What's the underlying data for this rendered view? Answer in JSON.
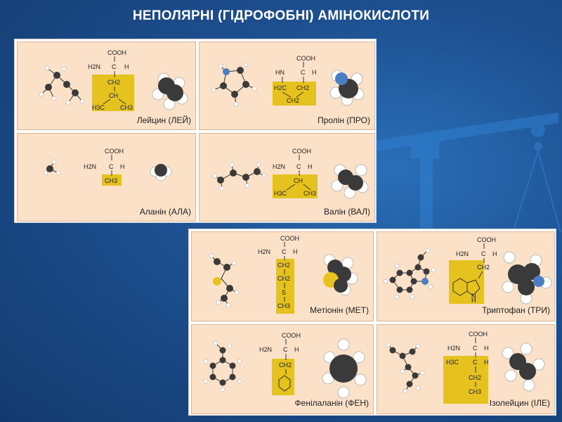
{
  "title": "НЕПОЛЯРНІ (ГІДРОФОБНІ) АМІНОКИСЛОТИ",
  "colors": {
    "background": "#1d4f8f",
    "cell": "#fbe1c8",
    "highlight": "#e6c21e",
    "carbon": "#3a3a3a",
    "nitrogen": "#4a7fc4",
    "sulfur": "#e8c21e"
  },
  "formula": {
    "cooh": "COOH",
    "h2n": "H2N",
    "hn": "HN",
    "c": "C",
    "h": "H",
    "ch2": "CH2",
    "ch": "CH",
    "ch3": "CH3",
    "h3c": "H3C",
    "s": "S",
    "n": "N"
  },
  "amino_acids": [
    {
      "id": "leucine",
      "name": "Лейцин (ЛЕЙ)"
    },
    {
      "id": "proline",
      "name": "Пролін (ПРО)"
    },
    {
      "id": "alanine",
      "name": "Аланін (АЛА)"
    },
    {
      "id": "valine",
      "name": "Валін (ВАЛ)"
    },
    {
      "id": "methionine",
      "name": "Метіонін (МЕТ)"
    },
    {
      "id": "tryptophan",
      "name": "Триптофан (ТРИ)"
    },
    {
      "id": "phenylalanine",
      "name": "Фенілаланін (ФЕН)"
    },
    {
      "id": "isoleucine",
      "name": "Ізолейцин (ІЛЕ)"
    }
  ]
}
